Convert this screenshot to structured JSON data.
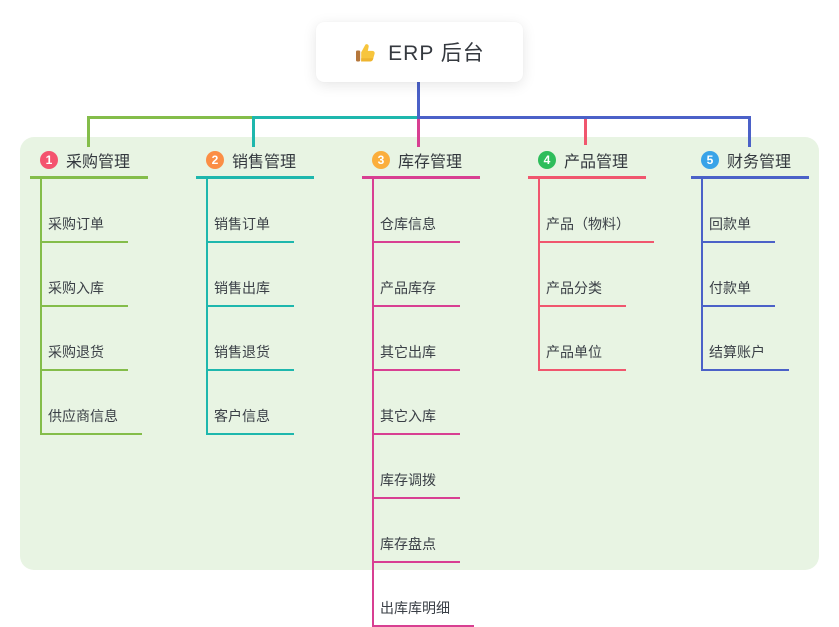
{
  "root": {
    "title": "ERP 后台",
    "icon": "thumbs-up-icon"
  },
  "colors": {
    "root_connector": "#4b61c8",
    "panel_bg": "#e8f4e3",
    "branch1_line": "#84bd4a",
    "branch2_line": "#1eb7ad",
    "branch3_line": "#d83f92",
    "branch4_line": "#f0566e",
    "branch5_line": "#4b61c8"
  },
  "branches": [
    {
      "number": "1",
      "label": "采购管理",
      "badge_color": "#f4536e",
      "line_color": "#84bd4a",
      "items": [
        "采购订单",
        "采购入库",
        "采购退货",
        "供应商信息"
      ]
    },
    {
      "number": "2",
      "label": "销售管理",
      "badge_color": "#fb8e45",
      "line_color": "#1eb7ad",
      "items": [
        "销售订单",
        "销售出库",
        "销售退货",
        "客户信息"
      ]
    },
    {
      "number": "3",
      "label": "库存管理",
      "badge_color": "#fbae3c",
      "line_color": "#d83f92",
      "items": [
        "仓库信息",
        "产品库存",
        "其它出库",
        "其它入库",
        "库存调拨",
        "库存盘点",
        "出库库明细"
      ]
    },
    {
      "number": "4",
      "label": "产品管理",
      "badge_color": "#2ebd5b",
      "line_color": "#f0566e",
      "items": [
        "产品（物料）",
        "产品分类",
        "产品单位"
      ]
    },
    {
      "number": "5",
      "label": "财务管理",
      "badge_color": "#38a3e8",
      "line_color": "#4b61c8",
      "items": [
        "回款单",
        "付款单",
        "结算账户"
      ]
    }
  ]
}
